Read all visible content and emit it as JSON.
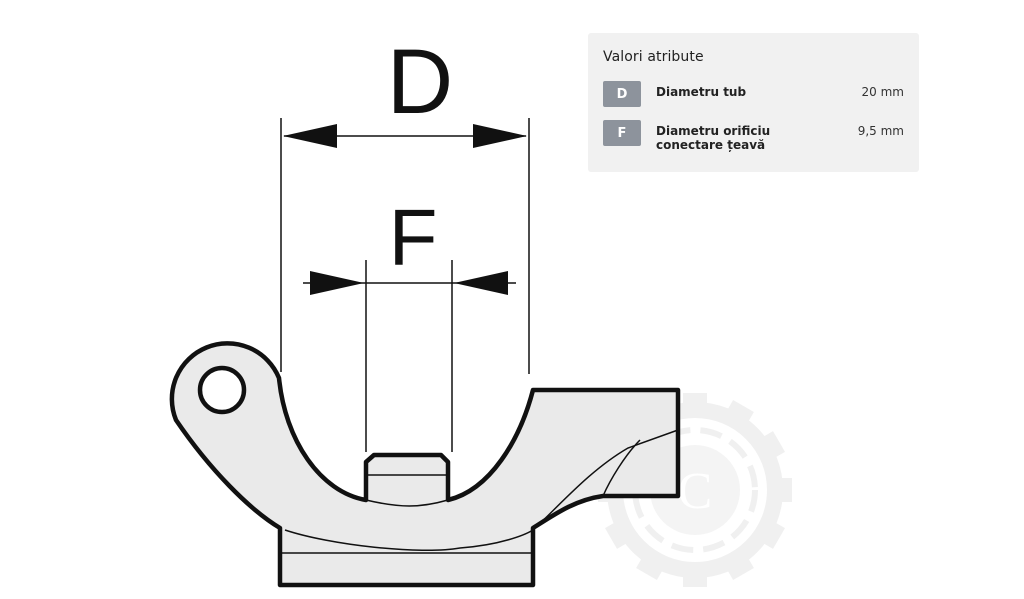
{
  "drawing": {
    "dimension_d_label": "D",
    "dimension_f_label": "F",
    "watermark_letter": "C"
  },
  "panel": {
    "title": "Valori atribute",
    "attributes": [
      {
        "code": "D",
        "label": "Diametru tub",
        "value": "20 mm"
      },
      {
        "code": "F",
        "label": "Diametru orificiu conectare țeavă",
        "value": "9,5 mm"
      }
    ]
  }
}
